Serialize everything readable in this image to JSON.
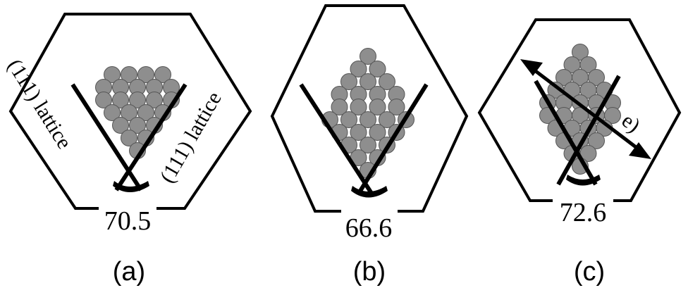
{
  "panels": [
    {
      "caption": "(a)",
      "angle": "70.5",
      "lattice_label_left": "(111) lattice",
      "lattice_label_right": "(111) lattice"
    },
    {
      "caption": "(b)",
      "angle": "66.6"
    },
    {
      "caption": "(c)",
      "angle": "72.6",
      "lattice_label_partial": "e)"
    }
  ],
  "colors": {
    "particle": "#8e8e8e",
    "outline": "#000000"
  }
}
